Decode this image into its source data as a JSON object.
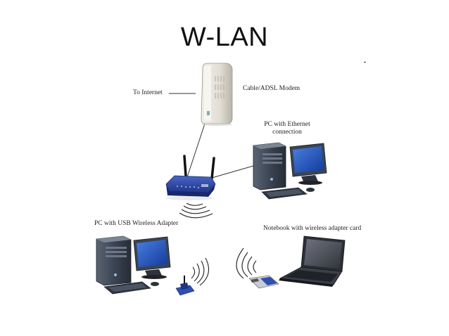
{
  "title": "W-LAN",
  "labels": {
    "internet": "To Internet",
    "modem": "Cable/ADSL Modem",
    "pc_ethernet": "PC with Ethernet connection",
    "pc_usb": "PC with USB Wireless Adapter",
    "notebook": "Notebook with wireless adapter card"
  },
  "icons": [
    "cable-adsl-modem-icon",
    "wireless-router-icon",
    "desktop-pc-icon",
    "monitor-icon",
    "keyboard-icon",
    "mouse-icon",
    "usb-wireless-adapter-icon",
    "notebook-icon",
    "pcmcia-card-icon",
    "wireless-signal-icon"
  ],
  "colors": {
    "background": "#ffffff",
    "router": "#2f4fb0",
    "tower": "#3a4452",
    "screen": "#1e4fb8",
    "modem": "#e4e0d8"
  }
}
